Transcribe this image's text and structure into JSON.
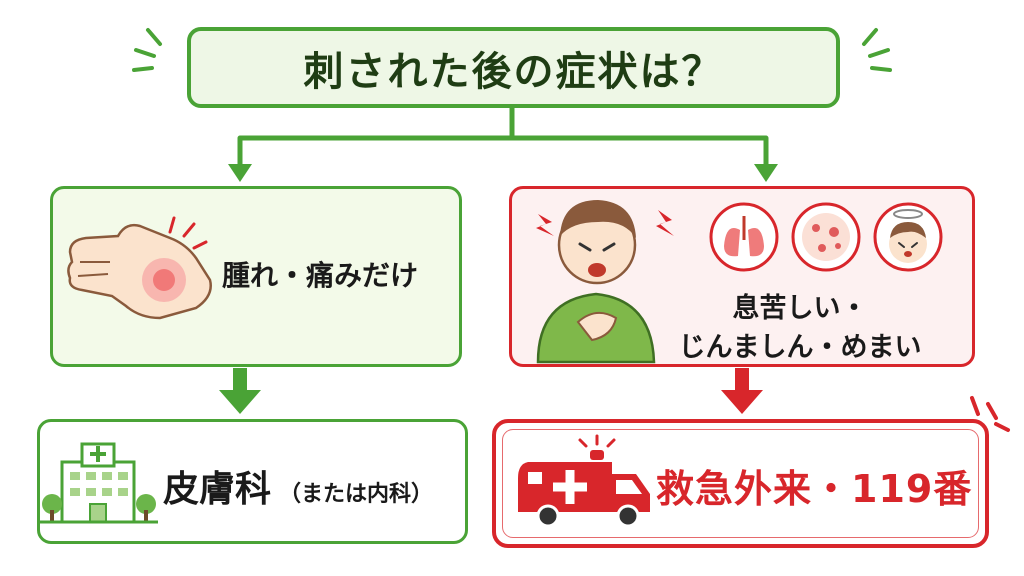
{
  "title": "刺された後の症状は？",
  "left_branch": {
    "symptom": "腫れ・痛みだけ",
    "destination": "皮膚科",
    "destination_note": "（または内科）"
  },
  "right_branch": {
    "symptom_line1": "息苦しい・",
    "symptom_line2": "じんましん・めまい",
    "destination": "救急外来・119番"
  },
  "colors": {
    "green": "#4aa336",
    "green_light": "#eef7e6",
    "red": "#d8262b",
    "red_light": "#fdf1f1"
  },
  "icons": [
    "hand-swelling-icon",
    "distressed-boy-icon",
    "lungs-icon",
    "hives-icon",
    "dizzy-face-icon",
    "hospital-icon",
    "ambulance-icon"
  ]
}
